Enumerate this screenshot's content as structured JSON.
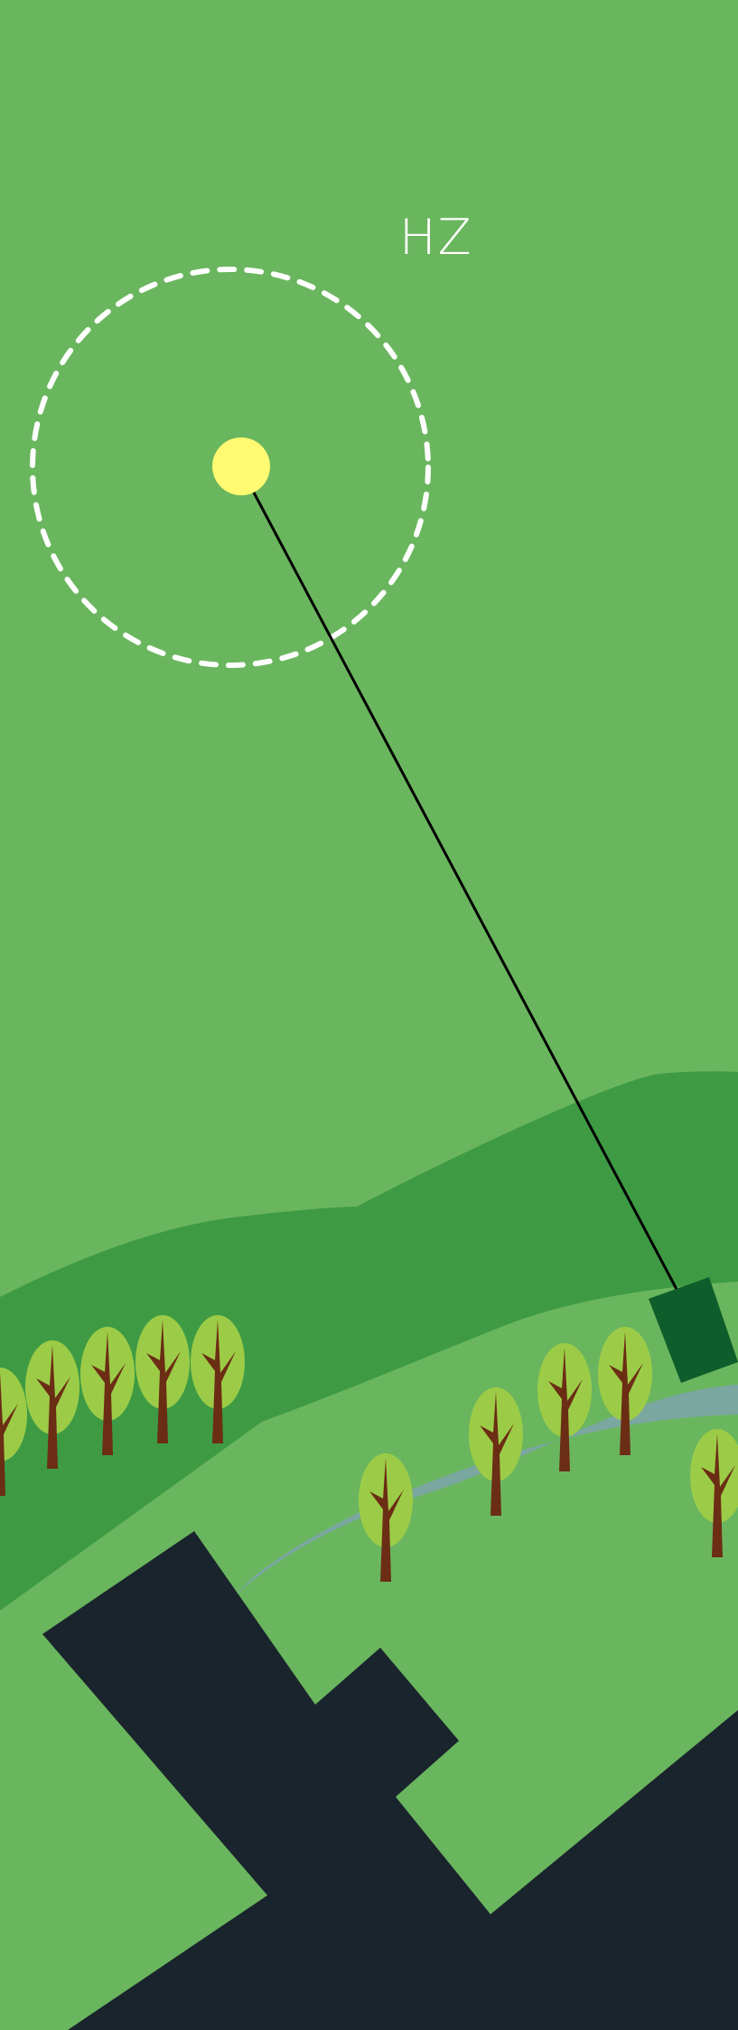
{
  "game": {
    "hud": {
      "zone_label": "HZ"
    },
    "colors": {
      "sky_grass": "#6ab65e",
      "hill": "#3e9b44",
      "river": "#7aa7a0",
      "rock": "#1a242c",
      "sun": "#fffa72",
      "target_zone_ring": "#ffffff",
      "aim_line": "#000000",
      "launcher": "#0e5e2c",
      "tree_canopy": "#9ccc47",
      "tree_trunk": "#6b2d14"
    },
    "objects": {
      "sun": "sun-ball",
      "ring": "dashed-target-ring",
      "launcher": "launcher-block",
      "trees": "tree-icon"
    }
  }
}
